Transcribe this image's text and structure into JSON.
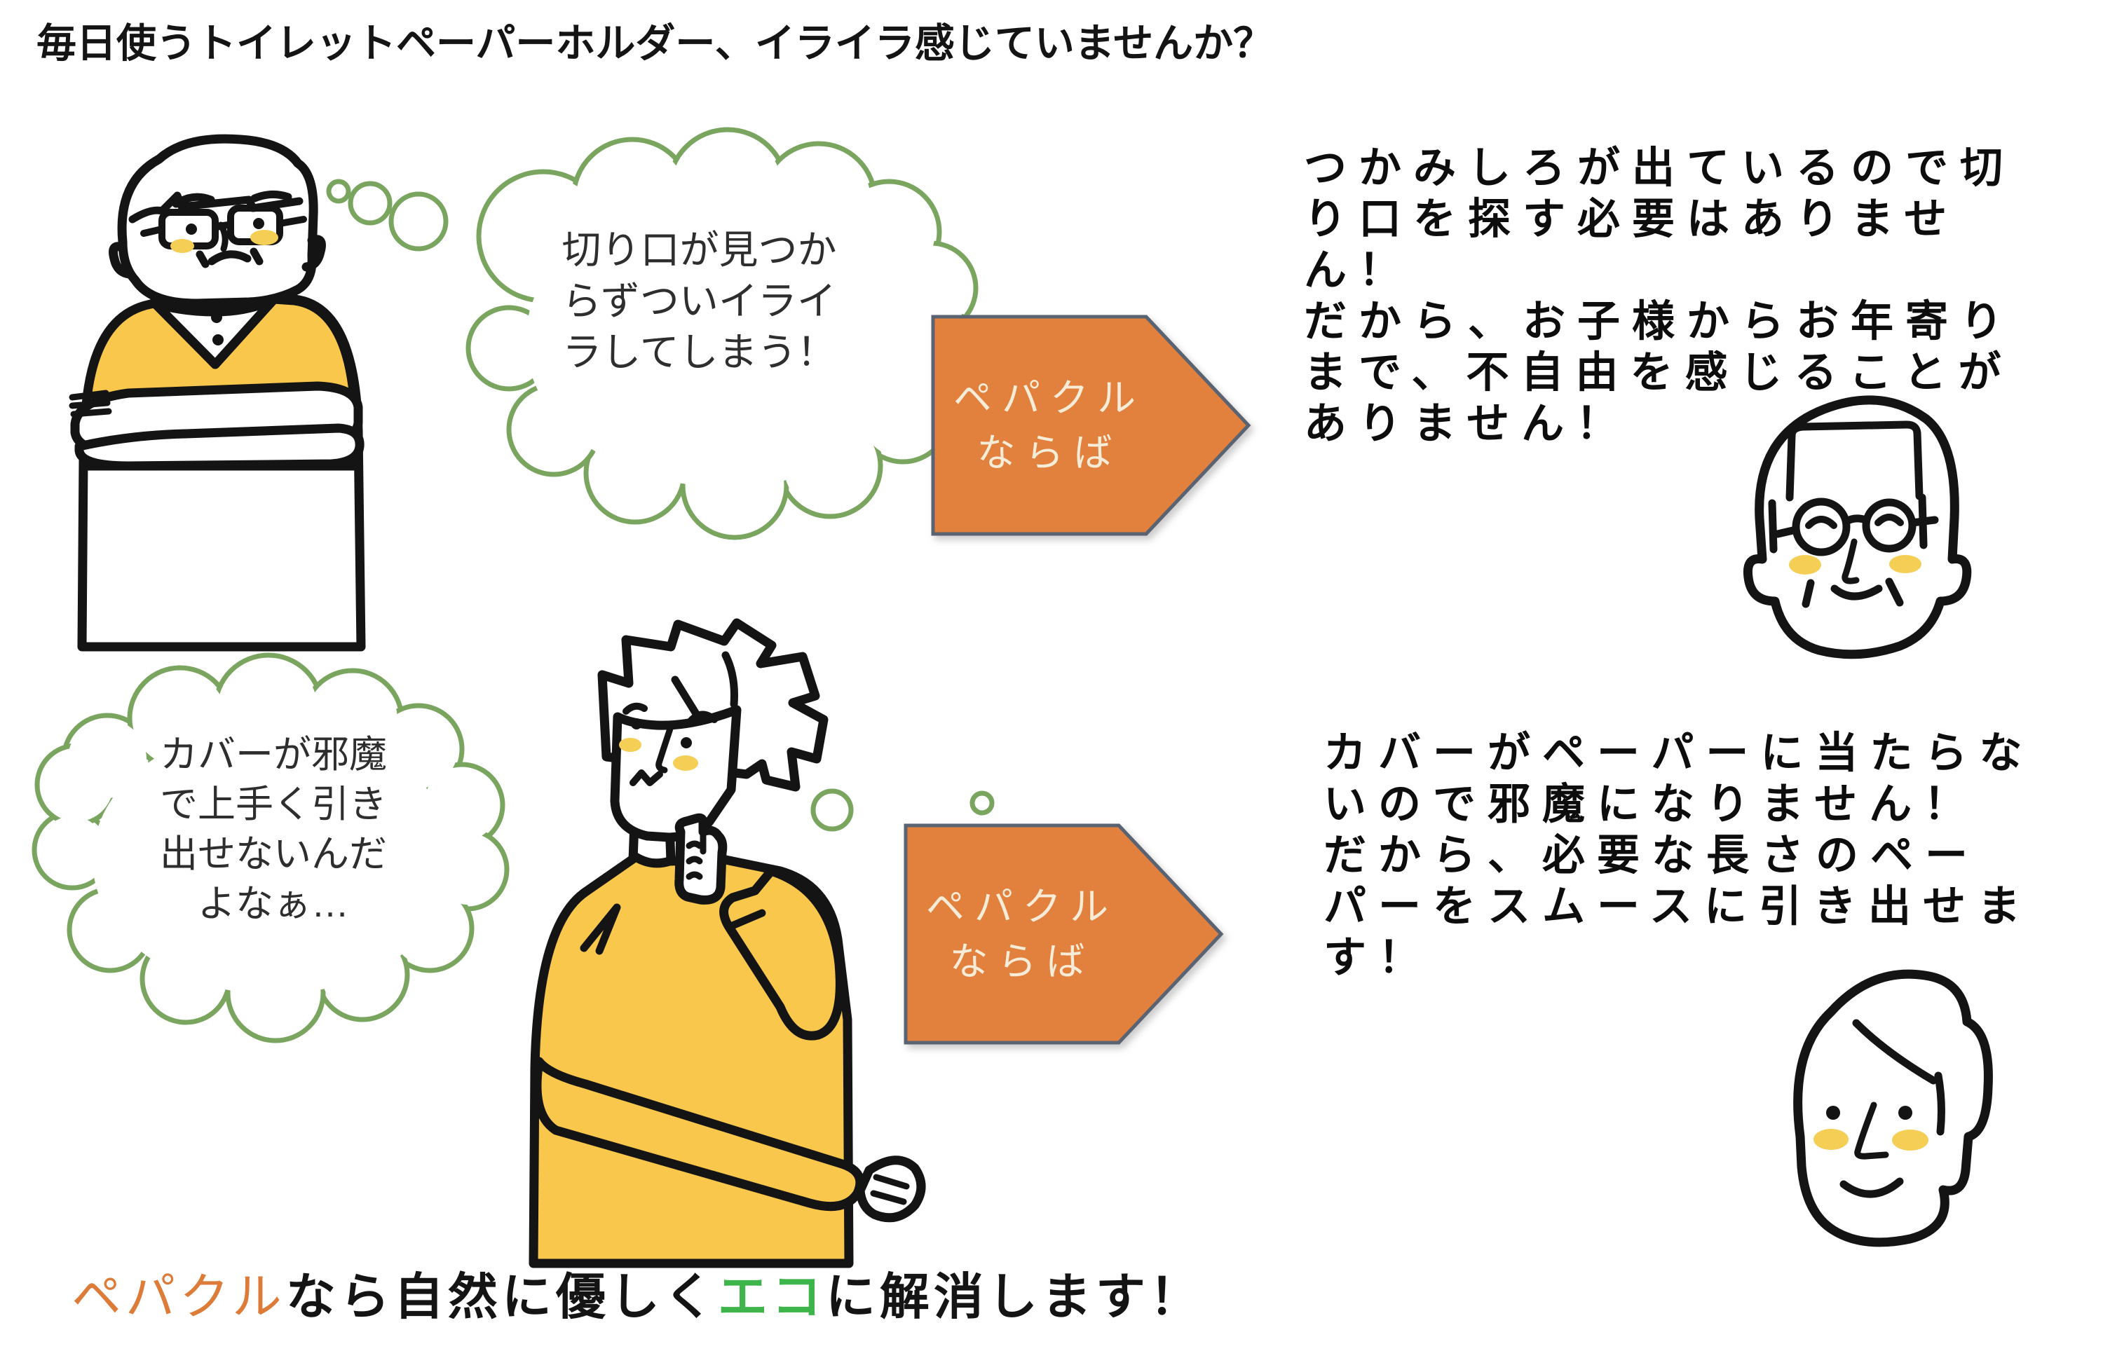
{
  "page": {
    "title": "毎日使うトイレットペーパーホルダー、イライラ感じていませんか？",
    "colors": {
      "ink": "#141414",
      "bubble_green": "#7aa55f",
      "arrow_fill": "#e2803d",
      "arrow_border": "#5a6372",
      "arrow_text": "#f7ecd7",
      "accent_orange": "#dd7b38",
      "accent_green": "#3eb54b",
      "clothes_yellow": "#f8c74c",
      "cheek_yellow": "#f5ce56"
    }
  },
  "row1": {
    "thought_lines": [
      "切り口が見つか",
      "らずついイライ",
      "ラしてしまう！"
    ],
    "arrow_lines": [
      "ペパクル",
      "ならば"
    ],
    "benefit_lines": [
      "つかみしろが出ているので切",
      "り口を探す必要はありませ",
      "ん！",
      "だから、お子様からお年寄り",
      "まで、不自由を感じることが",
      "ありません！"
    ]
  },
  "row2": {
    "thought_lines": [
      "カバーが邪魔",
      "で上手く引き",
      "出せないんだ",
      "よなぁ…"
    ],
    "arrow_lines": [
      "ペパクル",
      "ならば"
    ],
    "benefit_lines": [
      "カバーがペーパーに当たらな",
      "いので邪魔になりません！",
      "だから、必要な長さのペー",
      "パーをスムースに引き出せま",
      "す！"
    ]
  },
  "tagline": {
    "segments": [
      {
        "text": "ペパクル",
        "color_key": "accent_orange"
      },
      {
        "text": "なら自然に優しく",
        "color_key": "ink"
      },
      {
        "text": "エコ",
        "color_key": "accent_green"
      },
      {
        "text": "に解消します！",
        "color_key": "ink"
      }
    ]
  }
}
